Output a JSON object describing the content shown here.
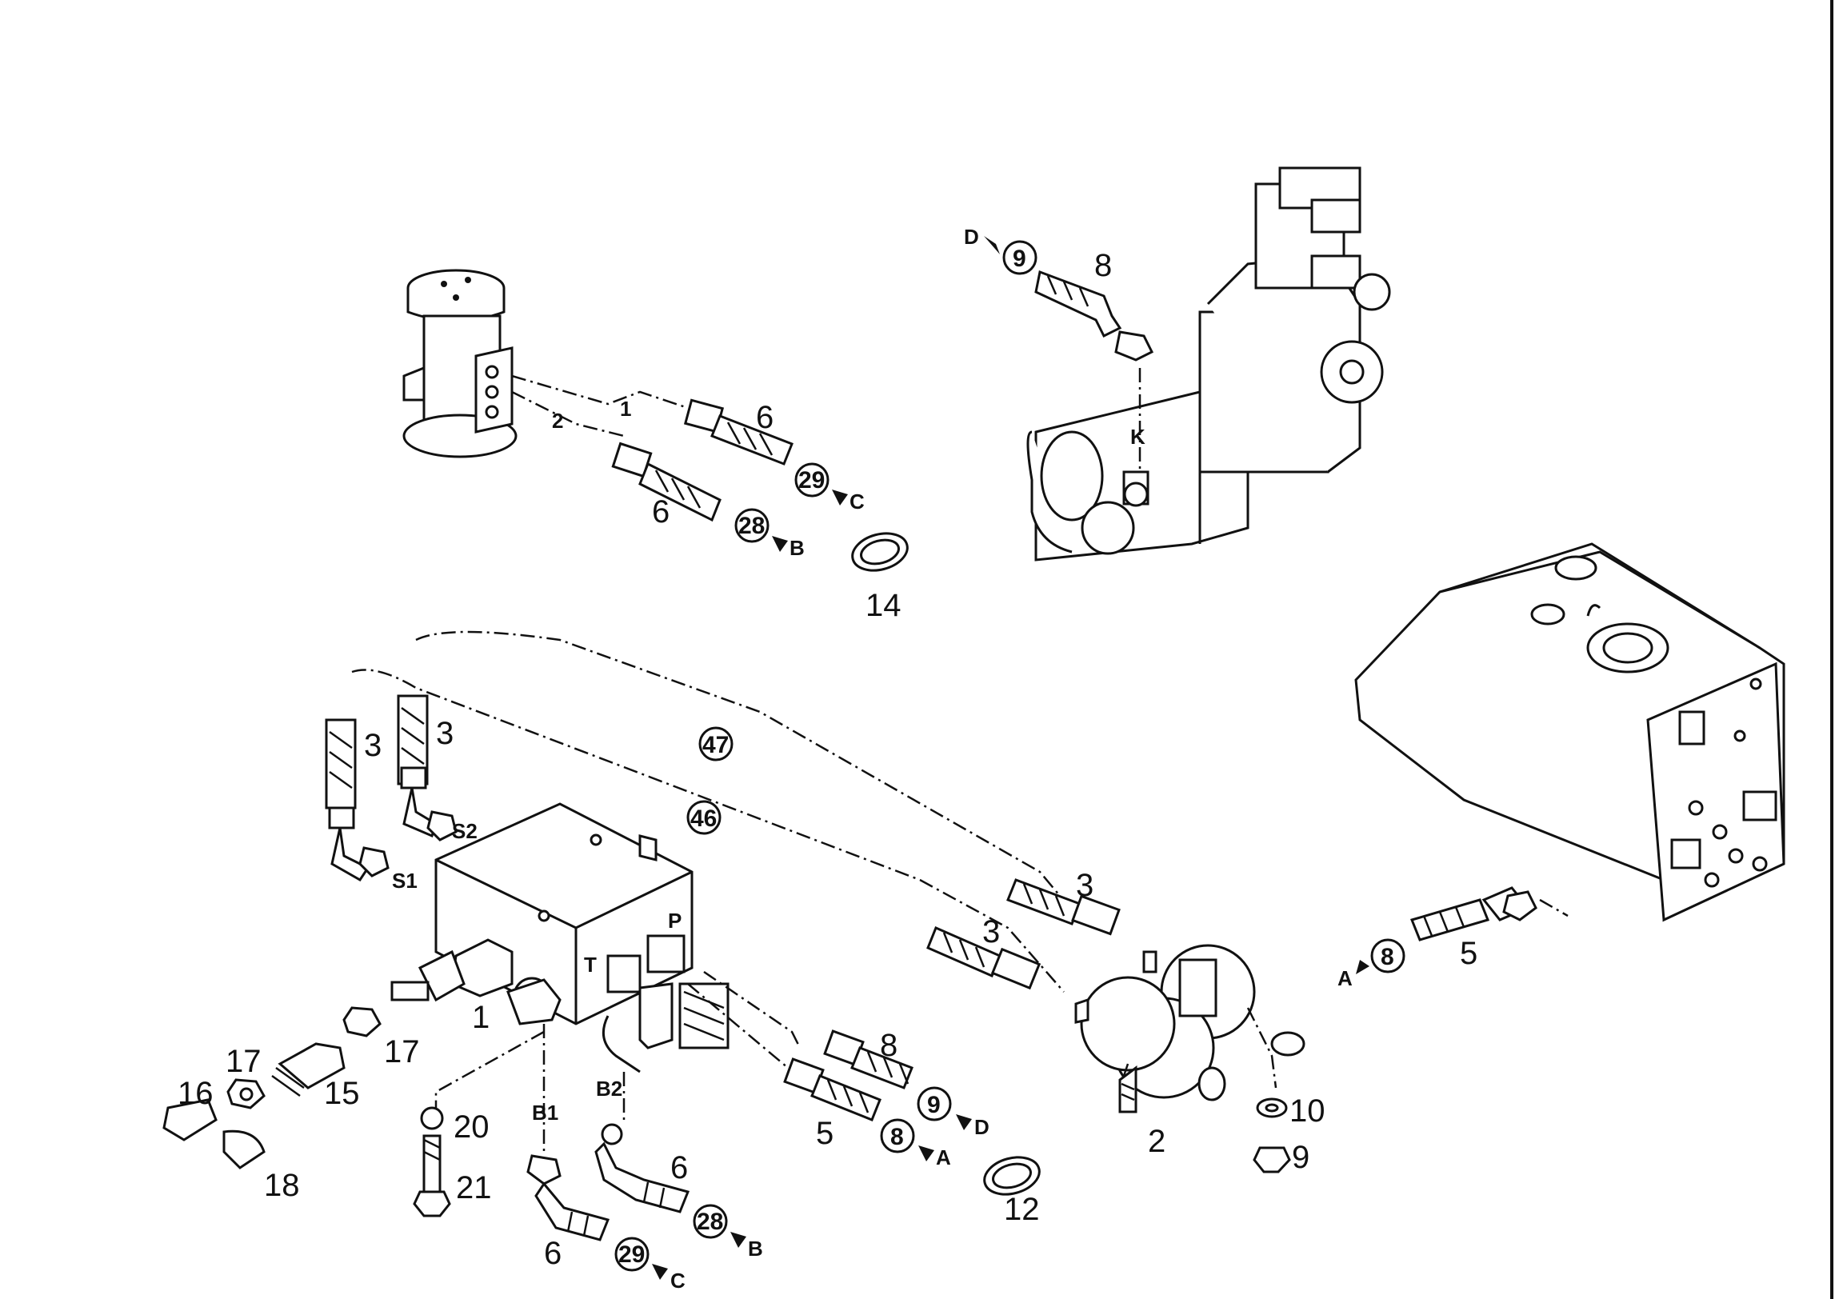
{
  "diagram": {
    "labels": {
      "l1a": "1",
      "l2a": "2",
      "l6a": "6",
      "l6b": "6",
      "l29a": "29",
      "l28a": "28",
      "lCa": "C",
      "lBa": "B",
      "l14": "14",
      "lD": "D",
      "l9a": "9",
      "l8a": "8",
      "lK": "K",
      "l3a": "3",
      "l3b": "3",
      "lS2": "S2",
      "lS1": "S1",
      "l47": "47",
      "l46": "46",
      "l3c": "3",
      "l3d": "3",
      "lP": "P",
      "lT": "T",
      "l1b": "1",
      "l17a": "17",
      "l17b": "17",
      "l15": "15",
      "l16": "16",
      "l18": "18",
      "l20": "20",
      "l21": "21",
      "lB1": "B1",
      "lB2": "B2",
      "l6c": "6",
      "l6d": "6",
      "l29b": "29",
      "lCb": "C",
      "l28b": "28",
      "lBb": "B",
      "l8b": "8",
      "l9b": "9",
      "lDb": "D",
      "l5a": "5",
      "l8c": "8",
      "lAa": "A",
      "l12": "12",
      "l2b": "2",
      "l10": "10",
      "l9c": "9",
      "lAb": "A",
      "l8d": "8",
      "l5b": "5"
    }
  }
}
